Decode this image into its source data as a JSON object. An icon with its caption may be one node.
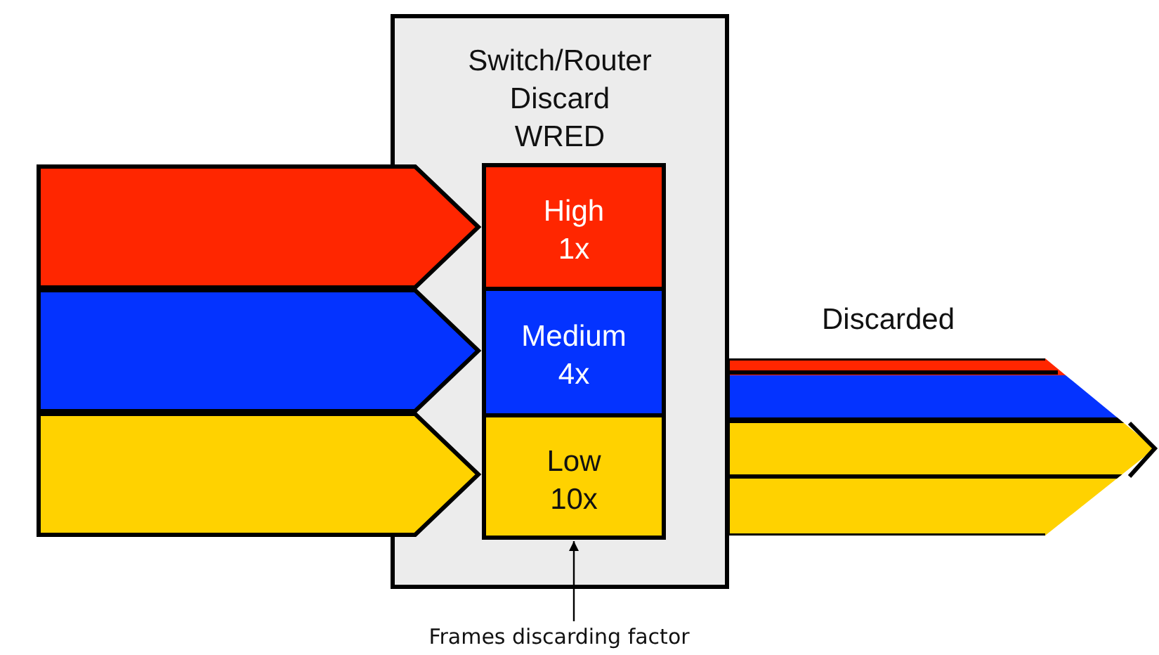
{
  "diagram": {
    "nodes": [
      {
        "text": [],
        "shape": "arrow"
      },
      {
        "text": [],
        "shape": "arrow"
      },
      {
        "text": [],
        "shape": "arrow"
      },
      {
        "text": [
          "Switch/Router Discard WRED"
        ]
      },
      {
        "text": [
          "High 1x"
        ],
        "in": 3
      },
      {
        "text": [
          "Medium 4x"
        ],
        "in": 3
      },
      {
        "text": [
          "Low 10x"
        ],
        "in": 3
      },
      {
        "text": [],
        "shape": "arrow",
        "beside": [
          "Discarded"
        ]
      },
      {
        "text": [
          "Frames discarding factor"
        ]
      }
    ],
    "edges": [
      {
        "from": 8,
        "to": 6,
        "arrow": "to"
      }
    ]
  }
}
